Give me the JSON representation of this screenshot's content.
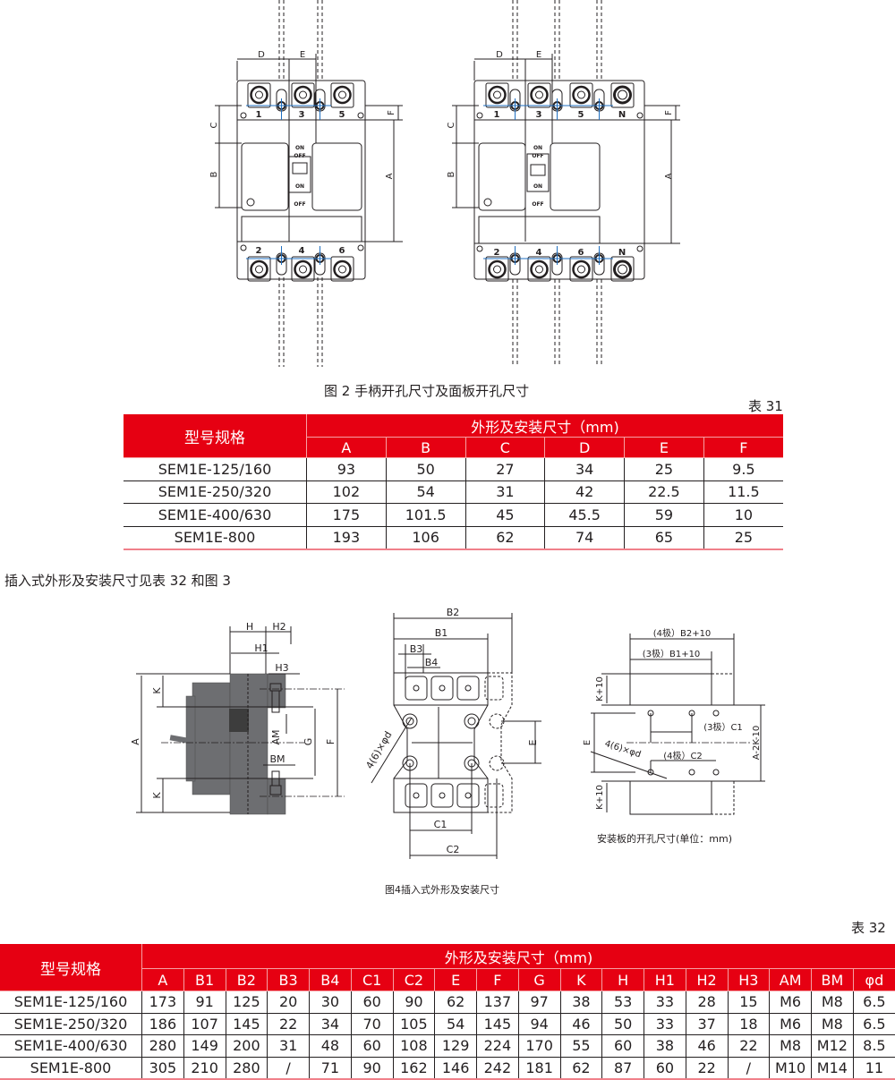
{
  "figure2": {
    "caption": "图 2 手柄开孔尺寸及面板开孔尺寸",
    "three_pole": {
      "top_terminals": [
        "1",
        "3",
        "5"
      ],
      "bottom_terminals": [
        "2",
        "4",
        "6"
      ],
      "dim_labels": {
        "d": "D",
        "e": "E",
        "c": "C",
        "b": "B",
        "a": "A",
        "f": "F"
      },
      "switch_labels": {
        "on_top": "ON",
        "off_top": "OFF",
        "on_mid": "ON",
        "off_bottom": "OFF"
      }
    },
    "four_pole": {
      "top_terminals": [
        "1",
        "3",
        "5",
        "N"
      ],
      "bottom_terminals": [
        "2",
        "4",
        "6",
        "N"
      ],
      "dim_labels": {
        "d": "D",
        "e": "E",
        "c": "C",
        "b": "B",
        "a": "A",
        "f": "F"
      },
      "switch_labels": {
        "on_top": "ON",
        "off_top": "OFF",
        "on_mid": "ON",
        "off_bottom": "OFF"
      }
    }
  },
  "table31": {
    "label": "表 31",
    "model_header": "型号规格",
    "group_header": "外形及安装尺寸（mm)",
    "columns": [
      "A",
      "B",
      "C",
      "D",
      "E",
      "F"
    ],
    "rows": [
      {
        "model": "SEM1E-125/160",
        "values": [
          "93",
          "50",
          "27",
          "34",
          "25",
          "9.5"
        ]
      },
      {
        "model": "SEM1E-250/320",
        "values": [
          "102",
          "54",
          "31",
          "42",
          "22.5",
          "11.5"
        ]
      },
      {
        "model": "SEM1E-400/630",
        "values": [
          "175",
          "101.5",
          "45",
          "45.5",
          "59",
          "10"
        ]
      },
      {
        "model": "SEM1E-800",
        "values": [
          "193",
          "106",
          "62",
          "74",
          "65",
          "25"
        ]
      }
    ]
  },
  "section": {
    "title": "插入式外形及安装尺寸见表 32 和图 3"
  },
  "figure4": {
    "caption": "图4插入式外形及安装尺寸",
    "side_view_labels": {
      "h": "H",
      "h1": "H1",
      "h2": "H2",
      "h3": "H3",
      "k_top": "K",
      "k_bottom": "K",
      "a": "A",
      "am": "AM",
      "bm": "BM",
      "g": "G",
      "f": "F"
    },
    "front_view_labels": {
      "b2": "B2",
      "b1": "B1",
      "b3": "B3",
      "b4": "B4",
      "hole": "4(6)×φd",
      "e": "E",
      "c1": "C1",
      "c2": "C2"
    },
    "cutout_labels": {
      "b2_10": "(4极）B2+10",
      "b1_10": "(3极）B1+10",
      "k10_top": "K+10",
      "k10_bottom": "K+10",
      "e": "E",
      "hole": "4(6)×φd",
      "c1": "(3极）C1",
      "c2": "(4极）C2",
      "a2k": "A-2K-10"
    },
    "cutout_caption": "安装板的开孔尺寸(单位：mm)"
  },
  "table32": {
    "label": "表 32",
    "model_header": "型号规格",
    "group_header": "外形及安装尺寸（mm)",
    "columns": [
      "A",
      "B1",
      "B2",
      "B3",
      "B4",
      "C1",
      "C2",
      "E",
      "F",
      "G",
      "K",
      "H",
      "H1",
      "H2",
      "H3",
      "AM",
      "BM",
      "φd"
    ],
    "rows": [
      {
        "model": "SEM1E-125/160",
        "values": [
          "173",
          "91",
          "125",
          "20",
          "30",
          "60",
          "90",
          "62",
          "137",
          "97",
          "38",
          "53",
          "33",
          "28",
          "15",
          "M6",
          "M8",
          "6.5"
        ]
      },
      {
        "model": "SEM1E-250/320",
        "values": [
          "186",
          "107",
          "145",
          "22",
          "34",
          "70",
          "105",
          "54",
          "145",
          "94",
          "46",
          "50",
          "33",
          "37",
          "18",
          "M6",
          "M8",
          "6.5"
        ]
      },
      {
        "model": "SEM1E-400/630",
        "values": [
          "280",
          "149",
          "200",
          "31",
          "48",
          "60",
          "108",
          "129",
          "224",
          "170",
          "55",
          "60",
          "38",
          "46",
          "22",
          "M8",
          "M12",
          "8.5"
        ]
      },
      {
        "model": "SEM1E-800",
        "values": [
          "305",
          "210",
          "280",
          "/",
          "71",
          "90",
          "162",
          "146",
          "242",
          "181",
          "62",
          "87",
          "60",
          "22",
          "/",
          "M10",
          "M14",
          "11"
        ]
      }
    ]
  },
  "colors": {
    "header_red": "#e60012",
    "line_blue": "#1f6fc0",
    "body_gray": "#6d6e71",
    "text": "#231f20"
  }
}
